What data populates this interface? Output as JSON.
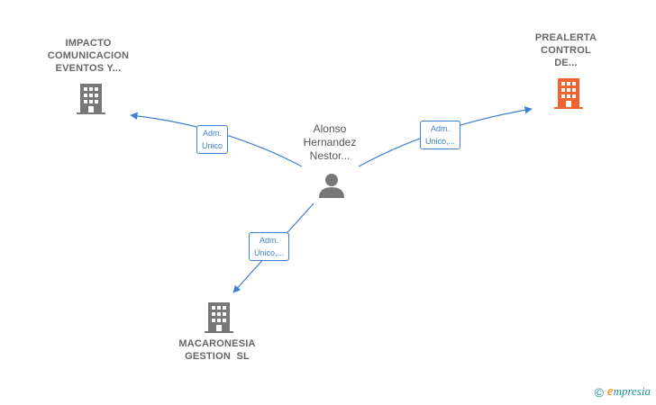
{
  "person": {
    "name_lines": [
      "Alonso",
      "Hernandez",
      "Nestor..."
    ],
    "icon": "person-icon"
  },
  "companies": [
    {
      "id": "impacto",
      "name_lines": [
        "IMPACTO",
        "COMUNICACION",
        "EVENTOS Y..."
      ],
      "icon": "building-icon",
      "color": "#777777"
    },
    {
      "id": "prealerta",
      "name_lines": [
        "PREALERTA",
        "CONTROL",
        "DE..."
      ],
      "icon": "building-icon",
      "color": "#f0622e"
    },
    {
      "id": "macaronesia",
      "name_lines": [
        "MACARONESIA",
        "GESTION  SL"
      ],
      "icon": "building-icon",
      "color": "#777777"
    }
  ],
  "edges": [
    {
      "to": "impacto",
      "label_lines": [
        "Adm.",
        "Unico"
      ]
    },
    {
      "to": "prealerta",
      "label_lines": [
        "Adm.",
        "Unico,..."
      ]
    },
    {
      "to": "macaronesia",
      "label_lines": [
        "Adm.",
        "Unico,..."
      ]
    }
  ],
  "colors": {
    "edge": "#3f7fcf",
    "text": "#555555"
  },
  "footer": {
    "copyright_symbol": "©",
    "brand_first": "e",
    "brand_rest": "mpresia"
  }
}
